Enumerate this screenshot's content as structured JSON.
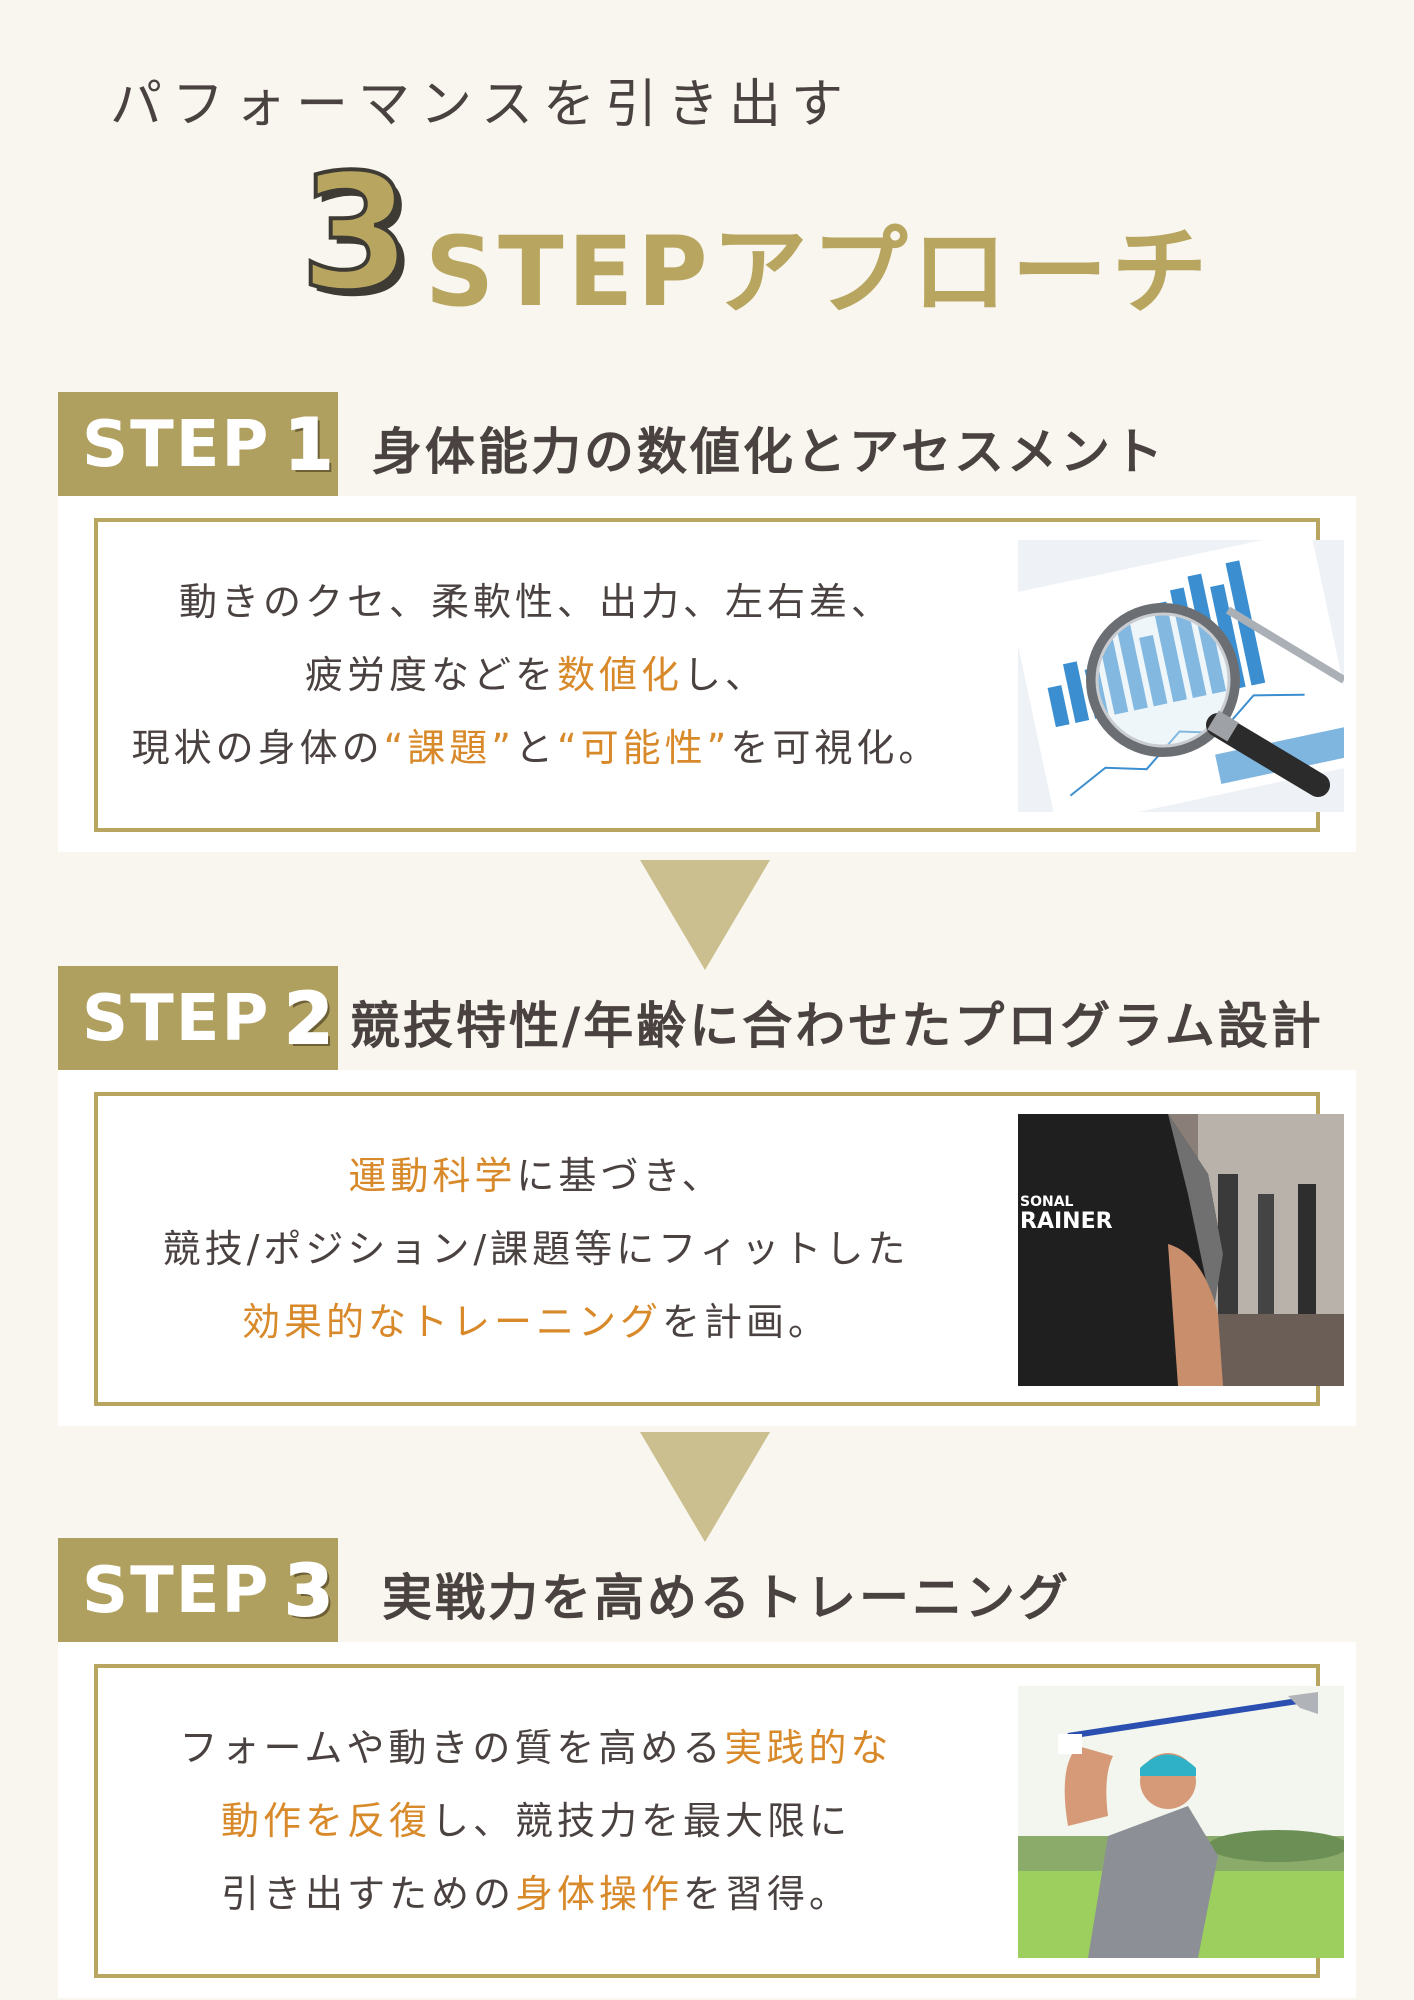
{
  "header": {
    "subtitle": "パフォーマンスを引き出す",
    "big_number": "3",
    "title": "STEPアプローチ"
  },
  "steps": [
    {
      "badge_label": "STEP",
      "badge_number": "1",
      "heading": "身体能力の数値化とアセスメント",
      "lines": [
        [
          {
            "t": "動きのクセ、柔軟性、出力、左右差、",
            "h": false
          }
        ],
        [
          {
            "t": "疲労度などを",
            "h": false
          },
          {
            "t": "数値化",
            "h": true
          },
          {
            "t": "し、",
            "h": false
          }
        ],
        [
          {
            "t": "現状の身体の",
            "h": false
          },
          {
            "t": "“課題”",
            "h": true
          },
          {
            "t": "と",
            "h": false
          },
          {
            "t": "“可能性”",
            "h": true
          },
          {
            "t": "を可視化。",
            "h": false
          }
        ]
      ],
      "photo": "magnifying-glass-over-charts"
    },
    {
      "badge_label": "STEP",
      "badge_number": "2",
      "heading": "競技特性/年齢に合わせたプログラム設計",
      "lines": [
        [
          {
            "t": "運動科学",
            "h": true
          },
          {
            "t": "に基づき、",
            "h": false
          }
        ],
        [
          {
            "t": "競技/ポジション/課題等にフィットした",
            "h": false
          }
        ],
        [
          {
            "t": "効果的なトレーニング",
            "h": true
          },
          {
            "t": "を計画。",
            "h": false
          }
        ]
      ],
      "photo": "personal-trainer-in-gym",
      "photo_text": "SONAL\nRAINER"
    },
    {
      "badge_label": "STEP",
      "badge_number": "3",
      "heading": "実戦力を高めるトレーニング",
      "lines": [
        [
          {
            "t": "フォームや動きの質を高める",
            "h": false
          },
          {
            "t": "実践的な",
            "h": true
          }
        ],
        [
          {
            "t": "動作を反復",
            "h": true
          },
          {
            "t": "し、競技力を最大限に",
            "h": false
          }
        ],
        [
          {
            "t": "引き出すための",
            "h": false
          },
          {
            "t": "身体操作",
            "h": true
          },
          {
            "t": "を習得。",
            "h": false
          }
        ]
      ],
      "photo": "golfer-swinging"
    }
  ],
  "colors": {
    "background": "#f8f6ee",
    "gold": "#b0a060",
    "highlight": "#d8892a",
    "arrow": "#cbbf8f",
    "text": "#4a4240"
  }
}
